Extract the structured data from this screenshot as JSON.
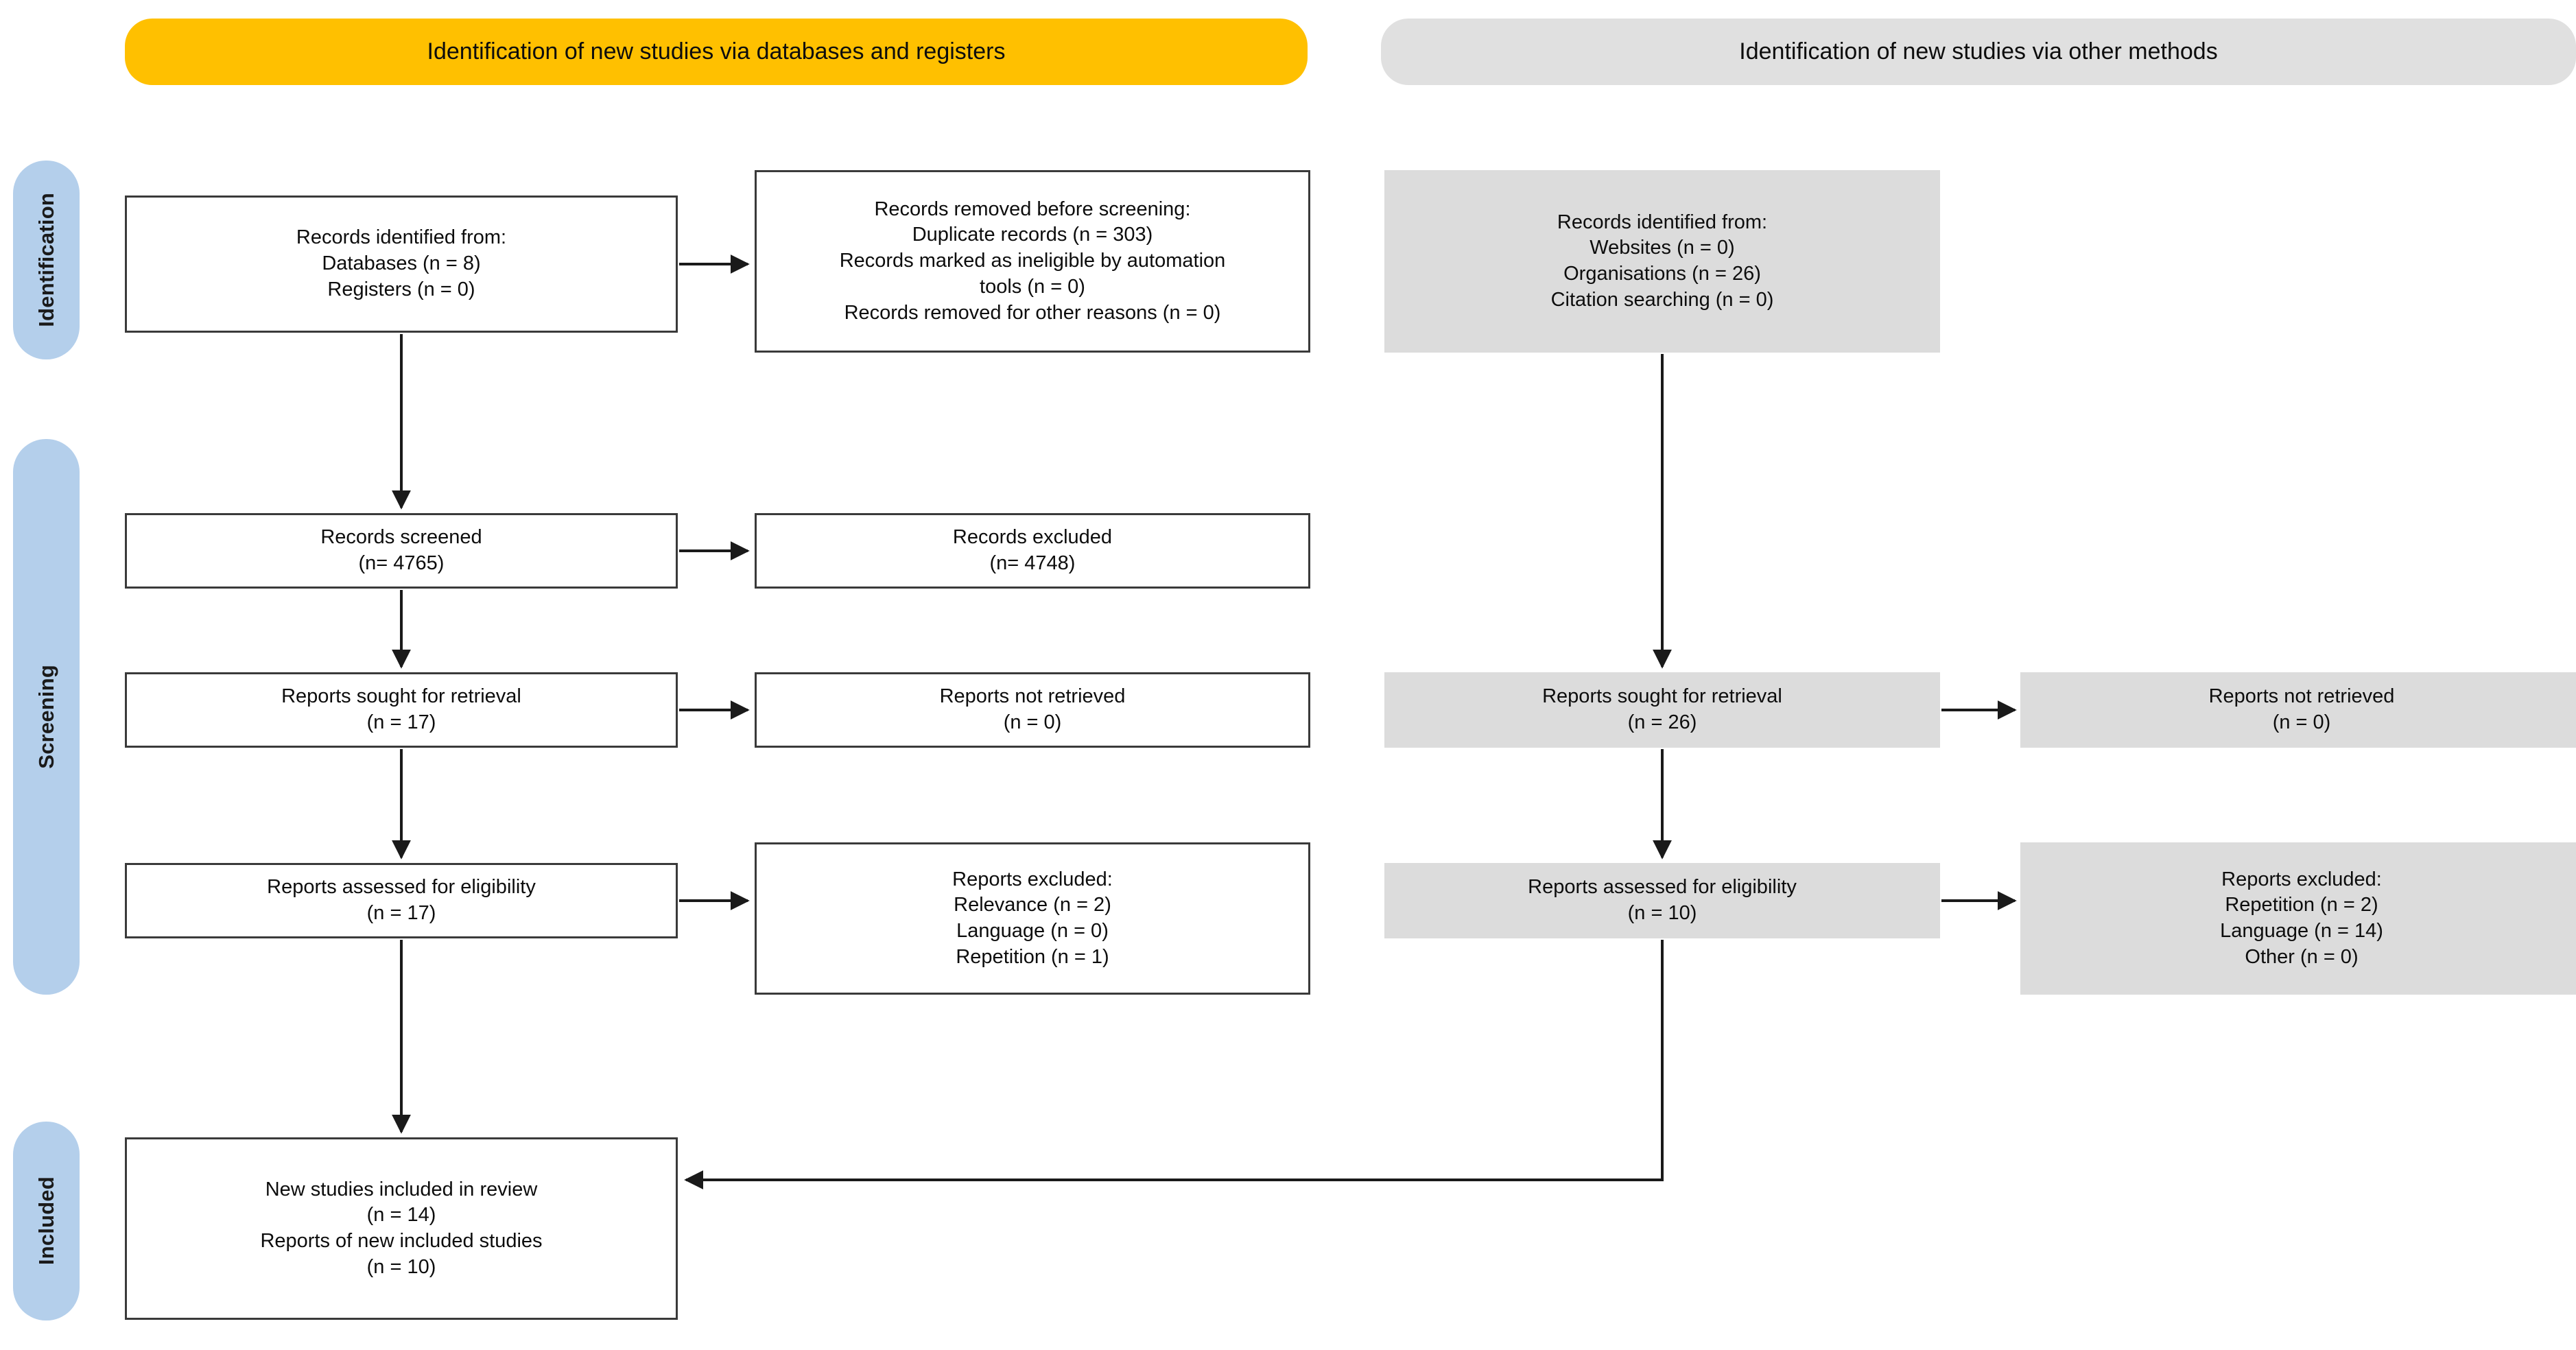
{
  "banners": {
    "databases": "Identification of new studies via databases and registers",
    "other_methods": "Identification of new studies via other methods"
  },
  "stages": {
    "identification": "Identification",
    "screening": "Screening",
    "included": "Included"
  },
  "databases_column": {
    "records_identified": {
      "title": "Records identified from:",
      "line2": "Databases (n = 8)",
      "line3": "Registers (n = 0)"
    },
    "records_removed": {
      "title": "Records removed before screening:",
      "line2": "Duplicate records (n = 303)",
      "line3": "Records marked as ineligible by automation",
      "line4": "tools (n = 0)",
      "line5": "Records removed for other reasons (n = 0)"
    },
    "records_screened": {
      "title": "Records screened",
      "count": "(n= 4765)"
    },
    "records_excluded": {
      "title": "Records excluded",
      "count": "(n= 4748)"
    },
    "reports_sought": {
      "title": "Reports sought for retrieval",
      "count": "(n = 17)"
    },
    "reports_not_retrieved": {
      "title": "Reports not retrieved",
      "count": "(n = 0)"
    },
    "reports_assessed": {
      "title": "Reports assessed for eligibility",
      "count": "(n = 17)"
    },
    "reports_excluded": {
      "title": "Reports excluded:",
      "line2": "Relevance (n = 2)",
      "line3": "Language (n = 0)",
      "line4": "Repetition (n = 1)"
    }
  },
  "other_column": {
    "records_identified": {
      "title": "Records identified from:",
      "line2": "Websites (n = 0)",
      "line3": "Organisations (n = 26)",
      "line4": "Citation searching (n = 0)"
    },
    "reports_sought": {
      "title": "Reports sought for retrieval",
      "count": "(n = 26)"
    },
    "reports_not_retrieved": {
      "title": "Reports not retrieved",
      "count": "(n = 0)"
    },
    "reports_assessed": {
      "title": "Reports assessed for eligibility",
      "count": "(n = 10)"
    },
    "reports_excluded": {
      "title": "Reports excluded:",
      "line2": "Repetition (n = 2)",
      "line3": "Language (n = 14)",
      "line4": "Other (n = 0)"
    }
  },
  "included_box": {
    "title": "New studies included in review",
    "count1": "(n = 14)",
    "subtitle": "Reports of new included studies",
    "count2": "(n = 10)"
  },
  "colors": {
    "banner_databases": "#ffc000",
    "banner_other": "#e0e0e0",
    "stage_pill": "#b4cfeb",
    "box_gray_fill": "#dcdcdc",
    "box_border": "#3a3a3a",
    "connector": "#1a1a1a",
    "text": "#0d0d0d"
  }
}
